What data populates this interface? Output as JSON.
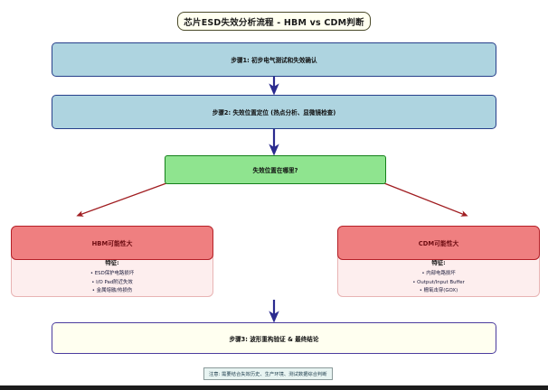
{
  "title": {
    "text": "芯片ESD失效分析流程 - HBM vs CDM判断"
  },
  "steps": [
    {
      "label": "步骤1: 初步电气测试和失效确认"
    },
    {
      "label": "步骤2: 失效位置定位 (热点分析、显微镜检查)"
    }
  ],
  "decision": {
    "label": "失效位置在哪里?"
  },
  "branches": [
    {
      "head": "HBM可能性大",
      "features_title": "特征:",
      "features": [
        "ESD保护电路损坏",
        "I/O Pad附近失效",
        "金属熔融/热损伤"
      ]
    },
    {
      "head": "CDM可能性大",
      "features_title": "特征:",
      "features": [
        "内部电路损坏",
        "Output/Input Buffer",
        "栅氧击穿(GOX)"
      ]
    }
  ],
  "final": {
    "label": "步骤3: 波形重构验证 & 最终结论"
  },
  "note": {
    "text": "注意: 需要结合失效历史、生产环境、测试数据综合判断"
  },
  "colors": {
    "title_bg": "#FFFFF0",
    "step_bg": "#AED4E0",
    "step_border": "#27408B",
    "decision_bg": "#8FE48F",
    "decision_border": "#14801A",
    "branch_head_bg": "#EF7F80",
    "branch_head_border": "#B52027",
    "branch_body_bg": "#FDEEEE",
    "final_bg": "#FFFFF0",
    "final_border": "#4B3C9E",
    "arrow_vertical": "#2B2B8F",
    "arrow_branch": "#A01C20",
    "note_bg": "#E8F4F2"
  }
}
